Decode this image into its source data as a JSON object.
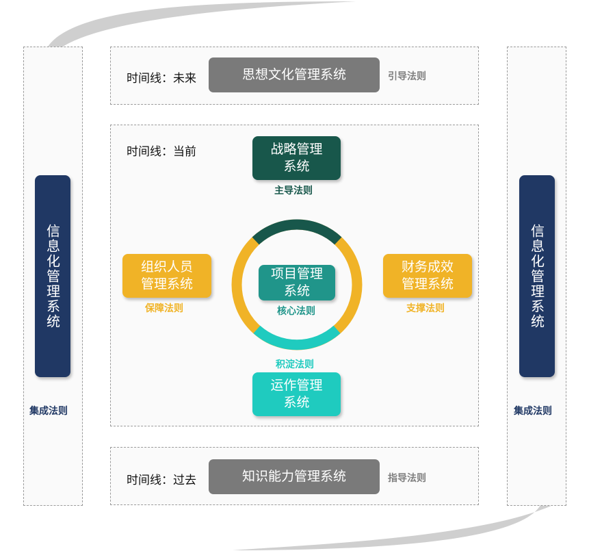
{
  "colors": {
    "dark_green": "#18574b",
    "yellow": "#f0b327",
    "teal": "#1fcbbf",
    "center_teal": "#20958a",
    "navy": "#203864",
    "gray": "#7a7a7a",
    "rule_gray": "#7f7f7f"
  },
  "top": {
    "timeline": "时间线：未来",
    "system": "思想文化管理系统",
    "rule": "引导法则"
  },
  "middle": {
    "timeline": "时间线：当前",
    "strategy": {
      "system": "战略管理\n系统",
      "rule": "主导法则"
    },
    "organization": {
      "system": "组织人员\n管理系统",
      "rule": "保障法则"
    },
    "finance": {
      "system": "财务成效\n管理系统",
      "rule": "支撑法则"
    },
    "project": {
      "system": "项目管理\n系统",
      "rule": "核心法则"
    },
    "operation": {
      "system": "运作管理\n系统",
      "rule": "积淀法则"
    }
  },
  "bottom": {
    "timeline": "时间线：过去",
    "system": "知识能力管理系统",
    "rule": "指导法则"
  },
  "left": {
    "system": "信息化管理系统",
    "rule": "集成法则"
  },
  "right": {
    "system": "信息化管理系统",
    "rule": "集成法则"
  }
}
